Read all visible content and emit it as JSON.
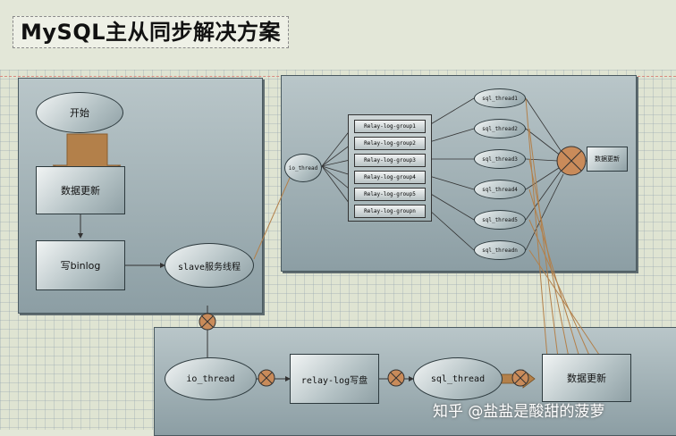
{
  "title": "MySQL主从同步解决方案",
  "flow": {
    "start": "开始",
    "data_update": "数据更新",
    "write_binlog": "写binlog",
    "slave_service": "slave服务线程"
  },
  "detail": {
    "io_thread": "io_thread",
    "relay_groups": [
      "Relay-log-group1",
      "Relay-log-group2",
      "Relay-log-group3",
      "Relay-log-group4",
      "Relay-log-group5",
      "Relay-log-groupn"
    ],
    "sql_threads": [
      "sql_thread1",
      "sql_thread2",
      "sql_thread3",
      "sql_thread4",
      "sql_thread5",
      "sql_threadn"
    ],
    "data_update": "数据更新"
  },
  "bottom": {
    "io_thread": "io_thread",
    "relay_write": "relay-log写盘",
    "sql_thread": "sql_thread",
    "data_update": "数据更新"
  },
  "watermark": "知乎 @盐盐是酸甜的菠萝",
  "colors": {
    "arrow_fill": "#b3804a",
    "blocker": "#c98b5a"
  }
}
